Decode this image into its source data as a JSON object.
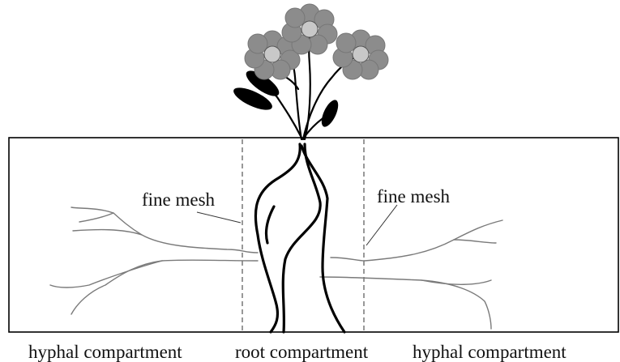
{
  "labels": {
    "fine_mesh_left": "fine mesh",
    "fine_mesh_right": "fine mesh"
  },
  "captions": {
    "left": "hyphal compartment",
    "middle": "root compartment",
    "right": "hyphal compartment"
  },
  "colors": {
    "outline": "#000000",
    "petal": "#8c8c8c",
    "flower_center": "#c8c8c8",
    "leaf": "#000000",
    "hypha": "#7a7a7a",
    "mesh": "#555555"
  }
}
